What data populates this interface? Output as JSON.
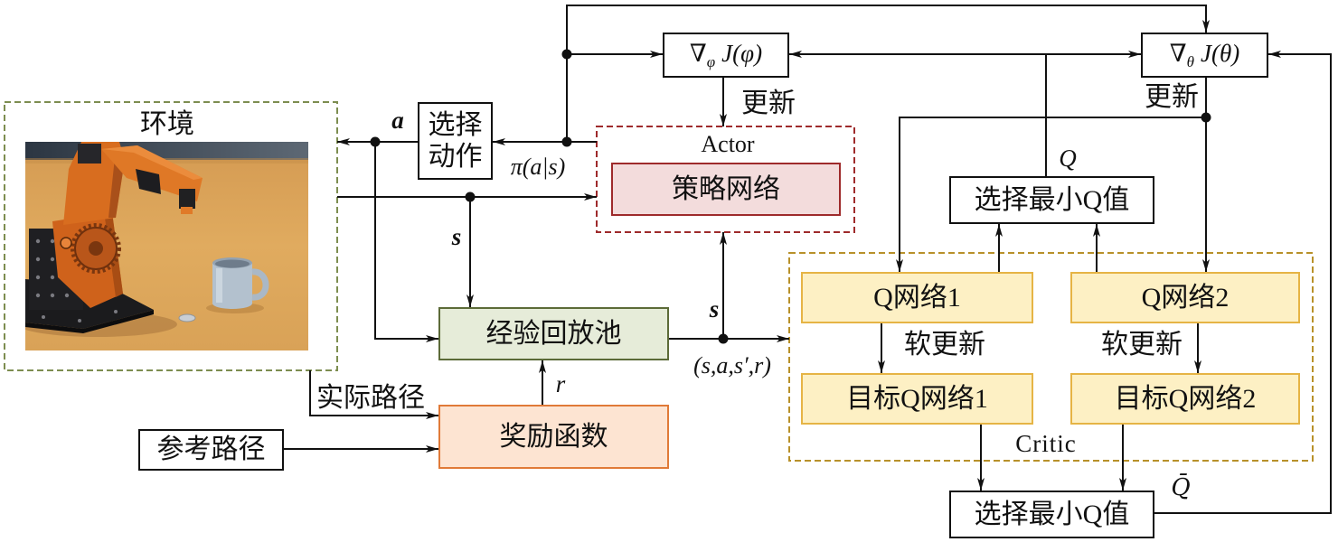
{
  "environment": {
    "title": "环境"
  },
  "select_action": {
    "line1": "选择",
    "line2": "动作"
  },
  "actor": {
    "title": "Actor",
    "policy_network": "策略网络",
    "gradient": {
      "symbol": "∇",
      "sub": "φ",
      "body": "J(φ)"
    },
    "update_label": "更新"
  },
  "critic": {
    "title": "Critic",
    "gradient": {
      "symbol": "∇",
      "sub": "θ",
      "body": "J(θ)"
    },
    "update_label": "更新",
    "q_network_1": "Q网络1",
    "q_network_2": "Q网络2",
    "soft_update_1": "软更新",
    "soft_update_2": "软更新",
    "target_q_network_1": "目标Q网络1",
    "target_q_network_2": "目标Q网络2",
    "select_min_q_upper": "选择最小Q值",
    "select_min_q_lower": "选择最小Q值",
    "q_label": "Q",
    "target_q_label": "Q̄"
  },
  "replay_buffer": {
    "label": "经验回放池"
  },
  "reward_function": {
    "label": "奖励函数"
  },
  "reference_path": {
    "label": "参考路径"
  },
  "signals": {
    "action": "a",
    "policy_output": "π(a|s)",
    "state_to_buffer": "s",
    "state_to_actor": "s",
    "transition": "(s,a,s′,r)",
    "reward": "r",
    "actual_path": "实际路径"
  },
  "colors": {
    "environment_border": "#7d8d50",
    "actor_border": "#9e2a2b",
    "actor_fill": "#f3dcdc",
    "critic_border": "#b8912a",
    "critic_box_border": "#e6b445",
    "critic_fill": "#fdf0c4",
    "replay_border": "#5c6b38",
    "replay_fill": "#e6ecd9",
    "reward_border": "#e07a38",
    "reward_fill": "#fde4d2"
  }
}
